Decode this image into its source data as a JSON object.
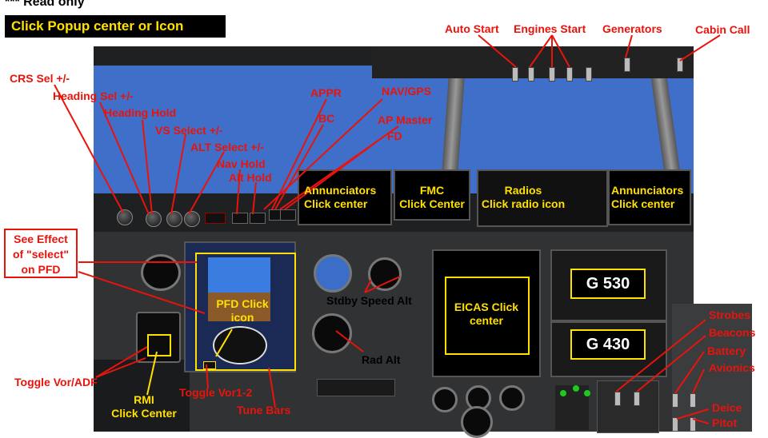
{
  "header": {
    "read_only": "*** Read only",
    "banner": "Click Popup center or Icon"
  },
  "labels": {
    "auto_start": "Auto Start",
    "engines_start": "Engines Start",
    "generators": "Generators",
    "cabin_call": "Cabin Call",
    "crs_sel": "CRS Sel +/-",
    "heading_sel": "Heading Sel +/-",
    "heading_hold": "Heading Hold",
    "vs_select": "VS Select +/-",
    "alt_select": "ALT Select +/-",
    "nav_hold": "Nav Hold",
    "alt_hold": "Alt Hold",
    "appr": "APPR",
    "bc": "BC",
    "nav_gps": "NAV/GPS",
    "ap_master": "AP Master",
    "fd": "FD",
    "see_effect": "See Effect\nof \"select\"\non PFD",
    "stdby_speed_alt": "Stdby Speed Alt",
    "rad_alt": "Rad Alt",
    "toggle_vor_adf": "Toggle Vor/ADF",
    "toggle_vor12": "Toggle Vor1-2",
    "tune_bars": "Tune Bars",
    "strobes": "Strobes",
    "beacons": "Beacons",
    "battery": "Battery",
    "avionics": "Avionics",
    "deice": "Deice",
    "pitot": "Pitot"
  },
  "popups": {
    "annunciators_left": "Annunciators\nClick center",
    "fmc": "FMC\nClick Center",
    "radios": "Radios\nClick radio icon",
    "annunciators_right": "Annunciators\nClick center",
    "pfd": "PFD\nClick icon",
    "eicas": "EICAS\nClick center",
    "rmi": "RMI\nClick Center"
  },
  "gps": {
    "g530": "G 530",
    "g430": "G 430"
  },
  "colors": {
    "label_red": "#e8140c",
    "popup_yellow": "#ffe000",
    "sky_blue": "#3f6fc8",
    "panel_gray": "#303234"
  }
}
